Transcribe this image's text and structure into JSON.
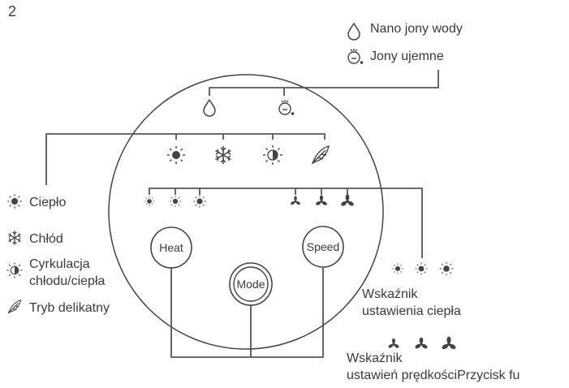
{
  "figure_number": "2",
  "legend_top": {
    "water_ions": "Nano jony wody",
    "negative_ions": "Jony ujemne"
  },
  "legend_left": {
    "heat": "Ciepło",
    "cool": "Chłód",
    "circulation_line1": "Cyrkulacja",
    "circulation_line2": "chłodu/ciepła",
    "gentle": "Tryb delikatny"
  },
  "buttons": {
    "heat": "Heat",
    "mode": "Mode",
    "speed": "Speed"
  },
  "legend_right": {
    "heat_setting_line1": "Wskaźnik",
    "heat_setting_line2": "ustawienia ciepła",
    "speed_setting_line1": "Wskaźnik",
    "speed_setting_line2": "ustawień prędkościPrzycisk fu"
  }
}
